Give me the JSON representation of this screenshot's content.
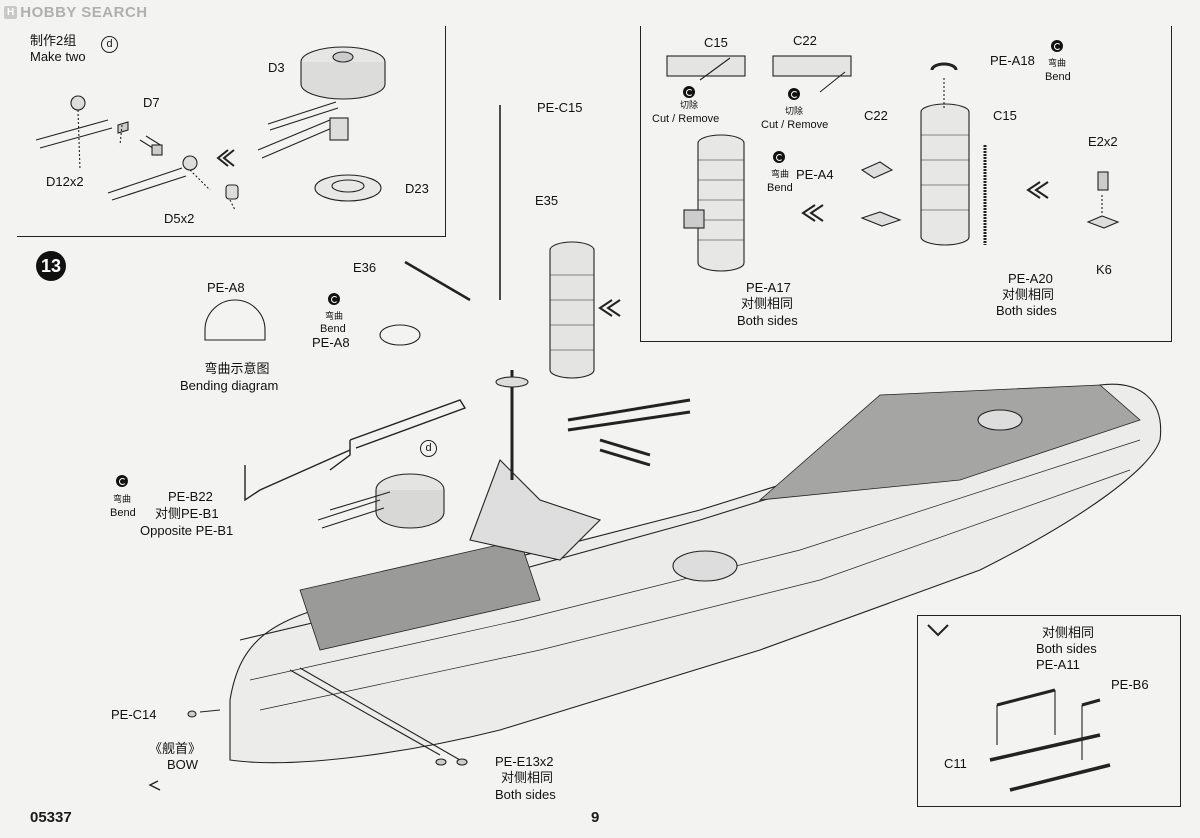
{
  "header": {
    "logo_badge": "H",
    "logo_text": "HOBBY SEARCH"
  },
  "step": {
    "number": "13"
  },
  "panel_top_left": {
    "make_two_cn": "制作2组",
    "make_two_en": "Make two",
    "option_letter": "d",
    "labels": {
      "d3": "D3",
      "d7": "D7",
      "d12": "D12x2",
      "d5": "D5x2",
      "d23": "D23"
    }
  },
  "panel_top_right": {
    "c15": "C15",
    "c22": "C22",
    "cut_cn_1": "切除",
    "cut_en_1": "Cut / Remove",
    "cut_cn_2": "切除",
    "cut_en_2": "Cut / Remove",
    "pe_a18": "PE-A18",
    "bend_cn_1": "弯曲",
    "bend_en_1": "Bend",
    "c22_b": "C22",
    "c15_b": "C15",
    "bend_cn_2": "弯曲",
    "bend_en_2": "Bend",
    "pe_a4": "PE-A4",
    "e2x2": "E2x2",
    "k6": "K6",
    "pe_a17": "PE-A17",
    "both_cn_1": "对侧相同",
    "both_en_1": "Both sides",
    "pe_a20": "PE-A20",
    "both_cn_2": "对侧相同",
    "both_en_2": "Both sides"
  },
  "main": {
    "pe_c15": "PE-C15",
    "e35": "E35",
    "e36": "E36",
    "pe_a8_top": "PE-A8",
    "bend_cn_a8": "弯曲",
    "bend_en_a8": "Bend",
    "pe_a8": "PE-A8",
    "bending_cn": "弯曲示意图",
    "bending_en": "Bending  diagram",
    "bend_cn_b22": "弯曲",
    "bend_en_b22": "Bend",
    "pe_b22": "PE-B22",
    "opp_cn": "对侧PE-B1",
    "opp_en": "Opposite PE-B1",
    "option_letter": "d",
    "pe_c14": "PE-C14",
    "bow_cn": "《舰首》",
    "bow_en": "BOW",
    "pe_e13": "PE-E13x2",
    "both_cn_e13": "对侧相同",
    "both_en_e13": "Both sides"
  },
  "panel_bottom_right": {
    "both_cn": "对侧相同",
    "both_en": "Both sides",
    "pe_a11": "PE-A11",
    "pe_b6": "PE-B6",
    "c11": "C11"
  },
  "footer": {
    "code": "05337",
    "page": "9"
  }
}
